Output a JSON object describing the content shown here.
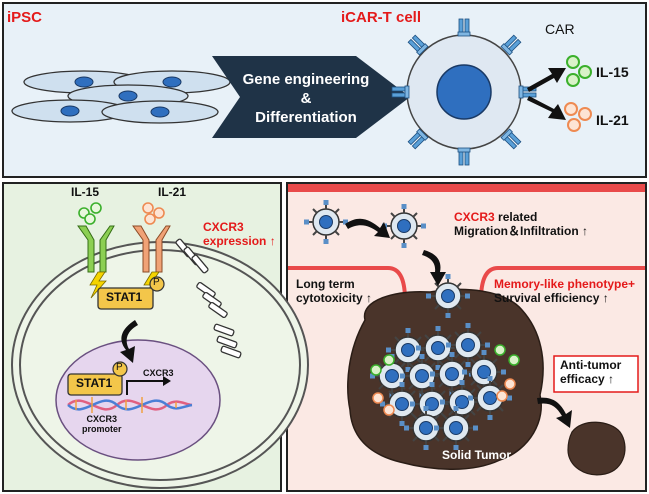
{
  "top_panel": {
    "ipsc_label": "iPSC",
    "icar_label": "iCAR-T cell",
    "car_label": "CAR",
    "arrow_line1": "Gene engineering",
    "arrow_line2": "&",
    "arrow_line3": "Differentiation",
    "il15": "IL-15",
    "il21": "IL-21"
  },
  "left_panel": {
    "il15": "IL-15",
    "il21": "IL-21",
    "cxcr3_line1": "CXCR3",
    "cxcr3_line2": "expression ↑",
    "stat1": "STAT1",
    "stat1_inner": "STAT1",
    "p": "P",
    "p2": "P",
    "cxcr3_gene": "CXCR3",
    "promoter_line1": "CXCR3",
    "promoter_line2": "promoter"
  },
  "right_panel": {
    "cxcr3_word": "CXCR3",
    "related": " related",
    "migration": "Migration＆Infiltration ↑",
    "long_term_line1": "Long term",
    "long_term_line2": "cytotoxicity ↑",
    "memory": "Memory-like phenotype+",
    "survival": "Survival efficiency ↑",
    "anti_line1": "Anti-tumor",
    "anti_line2": "efficacy ↑",
    "solid_tumor": "Solid Tumor"
  },
  "colors": {
    "top_bg": "#e8f1f8",
    "left_bg": "#e7f2e1",
    "right_bg": "#fbe9e4",
    "accent_red": "#e41a1a",
    "arrow_navy": "#1f3347",
    "nucleus_blue": "#2f6fbf"
  }
}
